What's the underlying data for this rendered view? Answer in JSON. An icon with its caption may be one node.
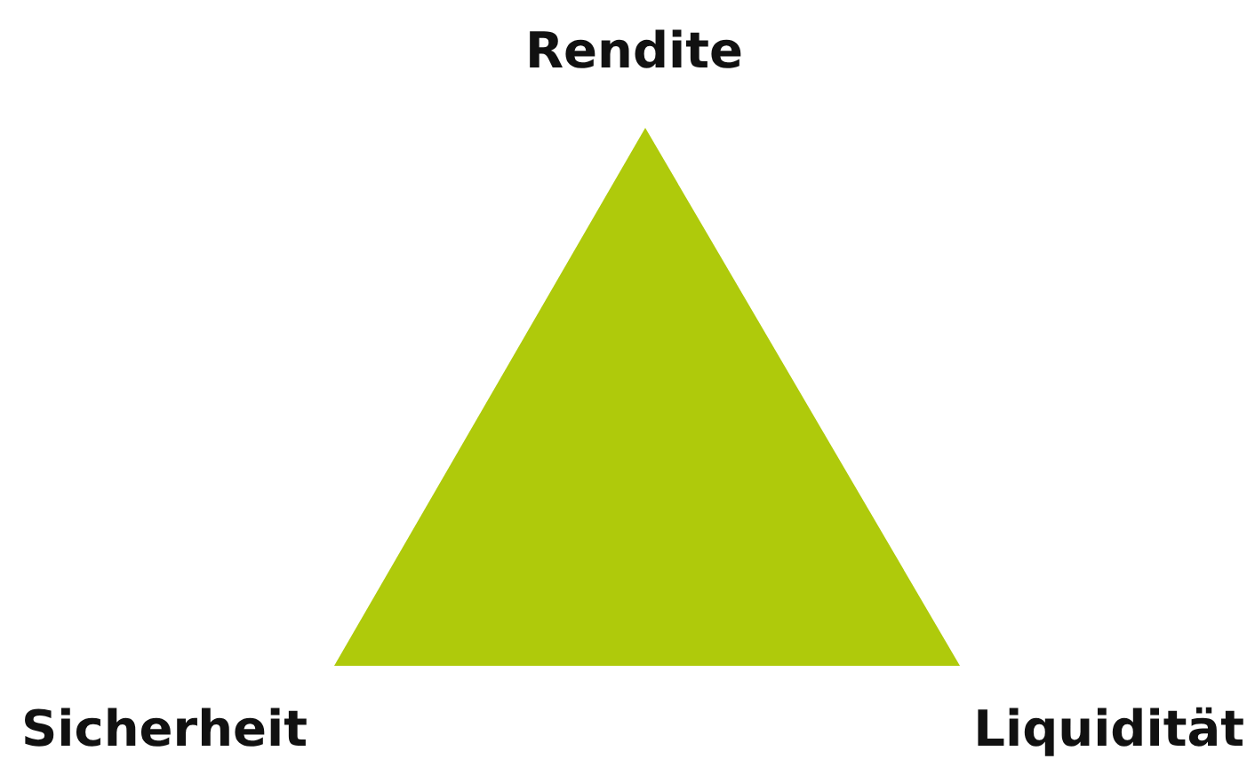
{
  "diagram": {
    "labels": [
      "Rendite",
      "Sicherheit",
      "Liquidität"
    ]
  }
}
